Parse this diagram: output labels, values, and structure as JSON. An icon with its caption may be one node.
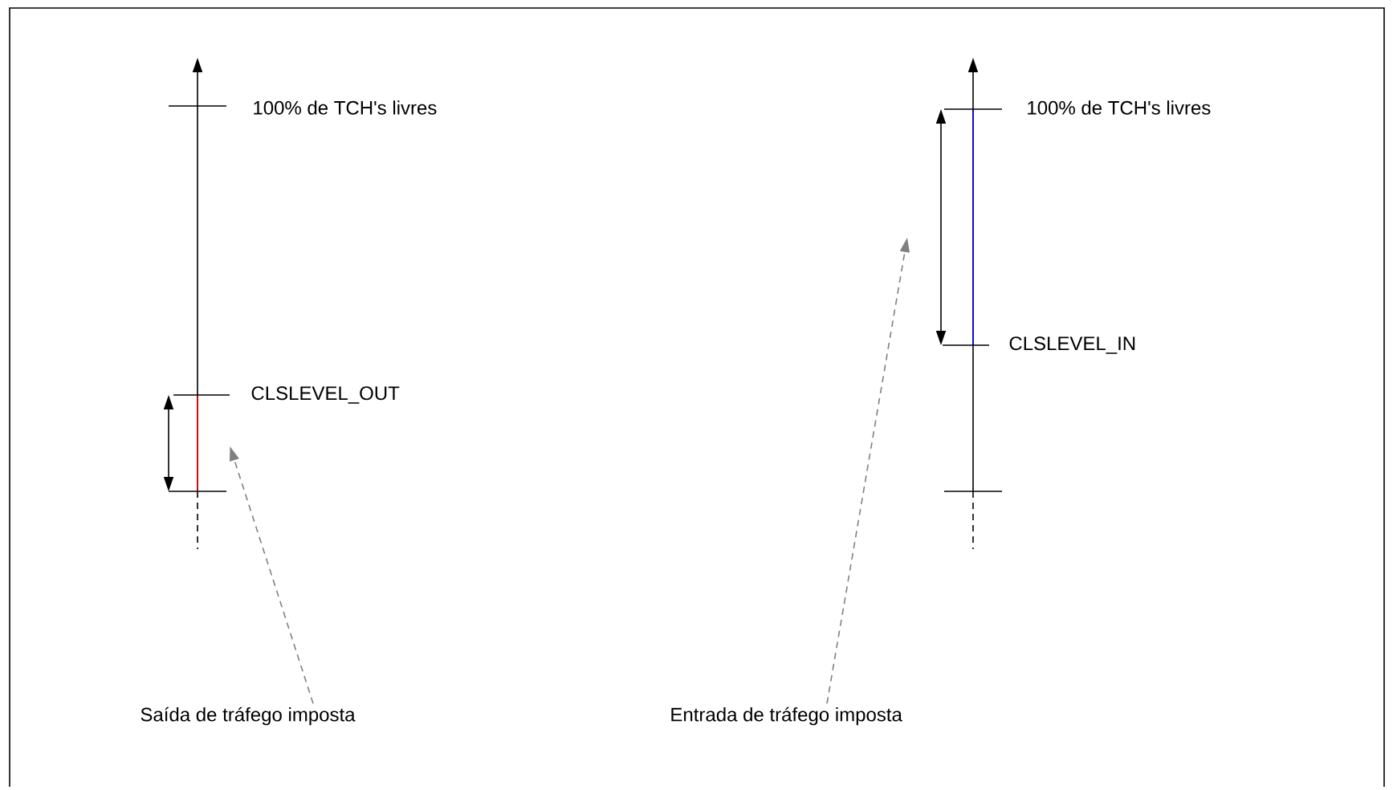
{
  "diagram": {
    "nodes": [
      {
        "text": [
          "Saída de tráfego imposta"
        ]
      },
      {
        "text": [
          "Entrada de tráfego imposta"
        ]
      },
      {
        "text": [],
        "shape": "line"
      },
      {
        "text": [],
        "shape": "line"
      }
    ],
    "edges": [
      {
        "from": 0,
        "to": 2,
        "arrow": "to",
        "style": "dashed",
        "color": "#808080"
      },
      {
        "from": 1,
        "to": null,
        "arrow": "to",
        "style": "dashed",
        "color": "#808080"
      }
    ],
    "labels": [
      "100% de TCH's livres",
      "CLSLEVEL_OUT",
      "100% de TCH's livres",
      "CLSLEVEL_IN"
    ]
  }
}
